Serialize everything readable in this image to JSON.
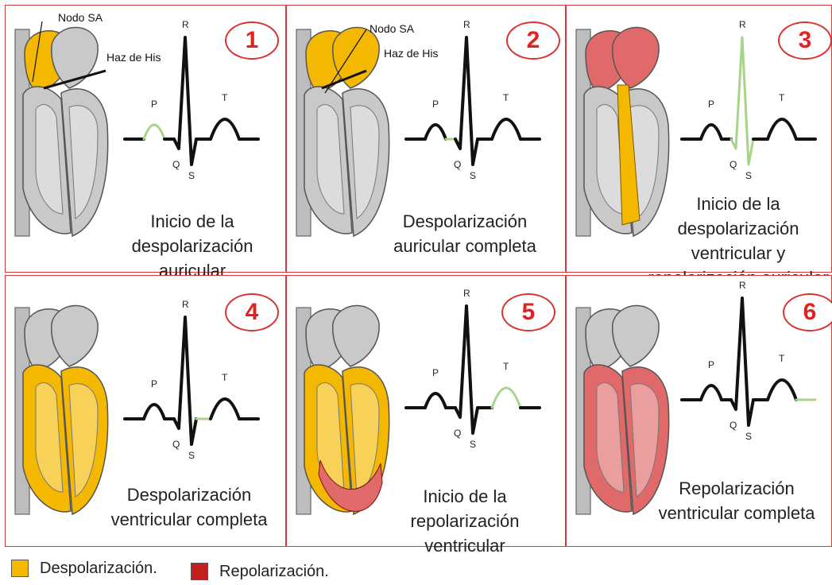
{
  "panels": [
    {
      "number": "1",
      "caption": "Inicio de la despolarización auricular",
      "highlight": "P",
      "heart": "sa-start",
      "labels": {
        "nodo": "Nodo SA",
        "haz": "Haz de His"
      }
    },
    {
      "number": "2",
      "caption": "Despolarización auricular completa",
      "highlight": "PR",
      "heart": "atria-full",
      "labels": {
        "nodo": "Nodo SA",
        "haz": "Haz de His"
      }
    },
    {
      "number": "3",
      "caption": "Inicio de la despolarización ventricular y repolarización auricular",
      "highlight": "QRS",
      "heart": "vent-start"
    },
    {
      "number": "4",
      "caption": "Despolarización ventricular completa",
      "highlight": "ST",
      "heart": "vent-full"
    },
    {
      "number": "5",
      "caption": "Inicio de la repolarización ventricular",
      "highlight": "T",
      "heart": "repol-start"
    },
    {
      "number": "6",
      "caption": "Repolarización ventricular completa",
      "highlight": "after",
      "heart": "repol-full"
    }
  ],
  "ecg_labels": {
    "P": "P",
    "Q": "Q",
    "R": "R",
    "S": "S",
    "T": "T"
  },
  "legend": {
    "depol": {
      "label": "Despolarización.",
      "color": "#f5b800"
    },
    "repol": {
      "label": "Repolarización.",
      "color": "#c41f1f"
    }
  },
  "colors": {
    "frame": "#d33b3b",
    "highlight": "#a8d48a",
    "number": "#e32121"
  }
}
